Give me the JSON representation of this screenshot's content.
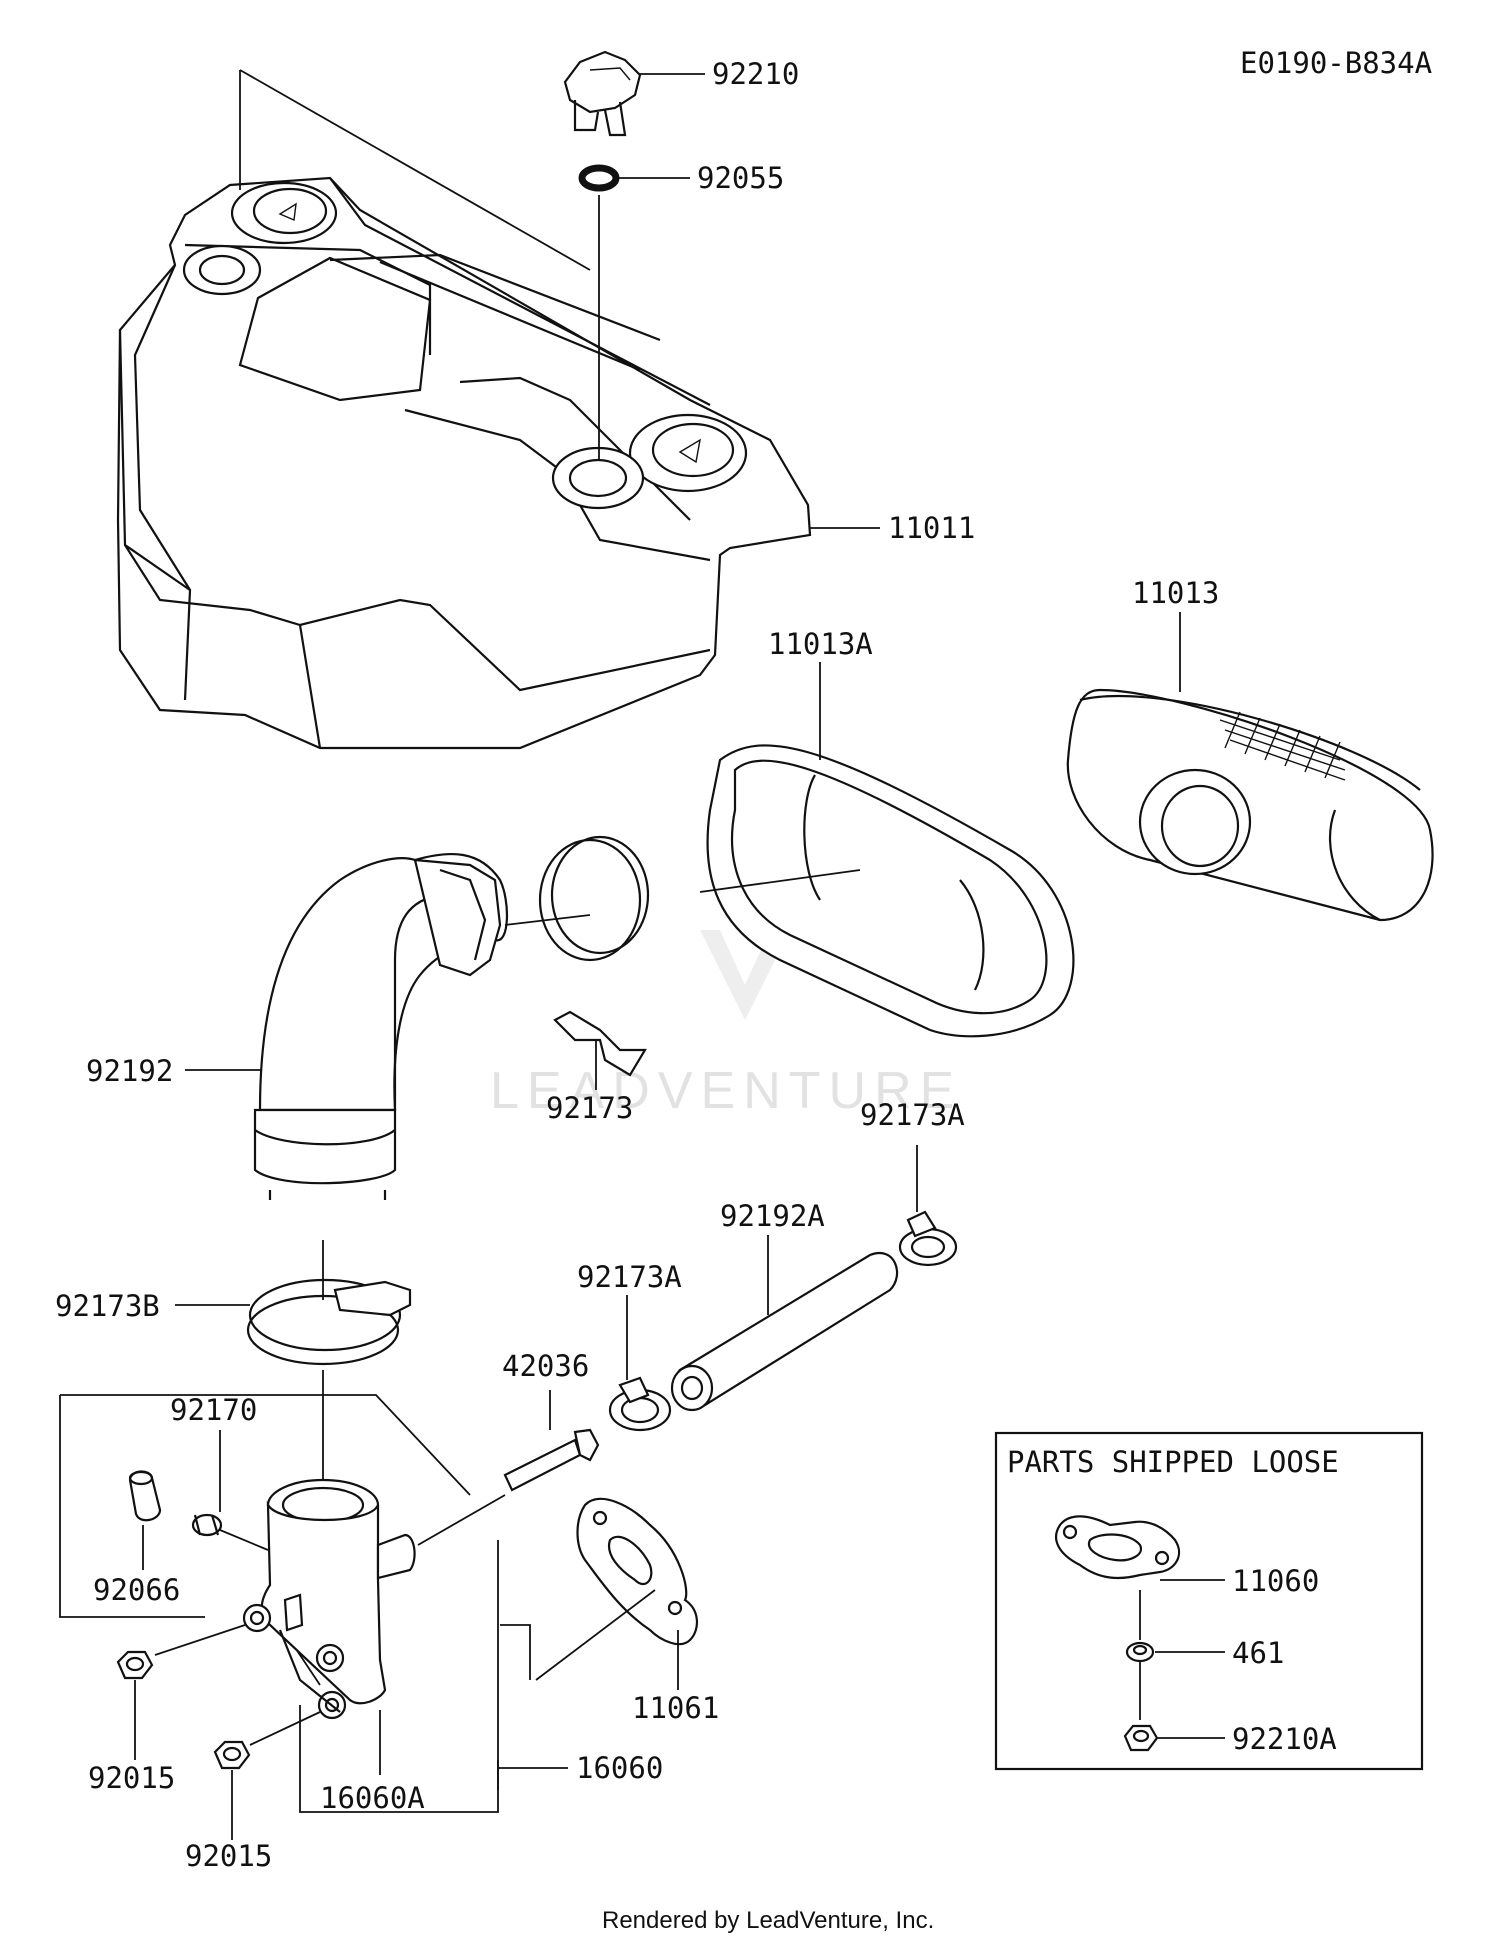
{
  "diagram_id": "E0190-B834A",
  "footer": "Rendered by LeadVenture, Inc.",
  "watermark": "LEADVENTURE",
  "loose_parts_title": "PARTS SHIPPED LOOSE",
  "labels": {
    "p92210": "92210",
    "p92055": "92055",
    "p11011": "11011",
    "p11013": "11013",
    "p11013A": "11013A",
    "p92192": "92192",
    "p92173": "92173",
    "p92173A_top": "92173A",
    "p92192A": "92192A",
    "p92173A_mid": "92173A",
    "p42036": "42036",
    "p92173B": "92173B",
    "p92170": "92170",
    "p92066": "92066",
    "p92015_a": "92015",
    "p92015_b": "92015",
    "p16060A": "16060A",
    "p16060": "16060",
    "p11061": "11061",
    "p11060": "11060",
    "p461": "461",
    "p92210A": "92210A"
  }
}
